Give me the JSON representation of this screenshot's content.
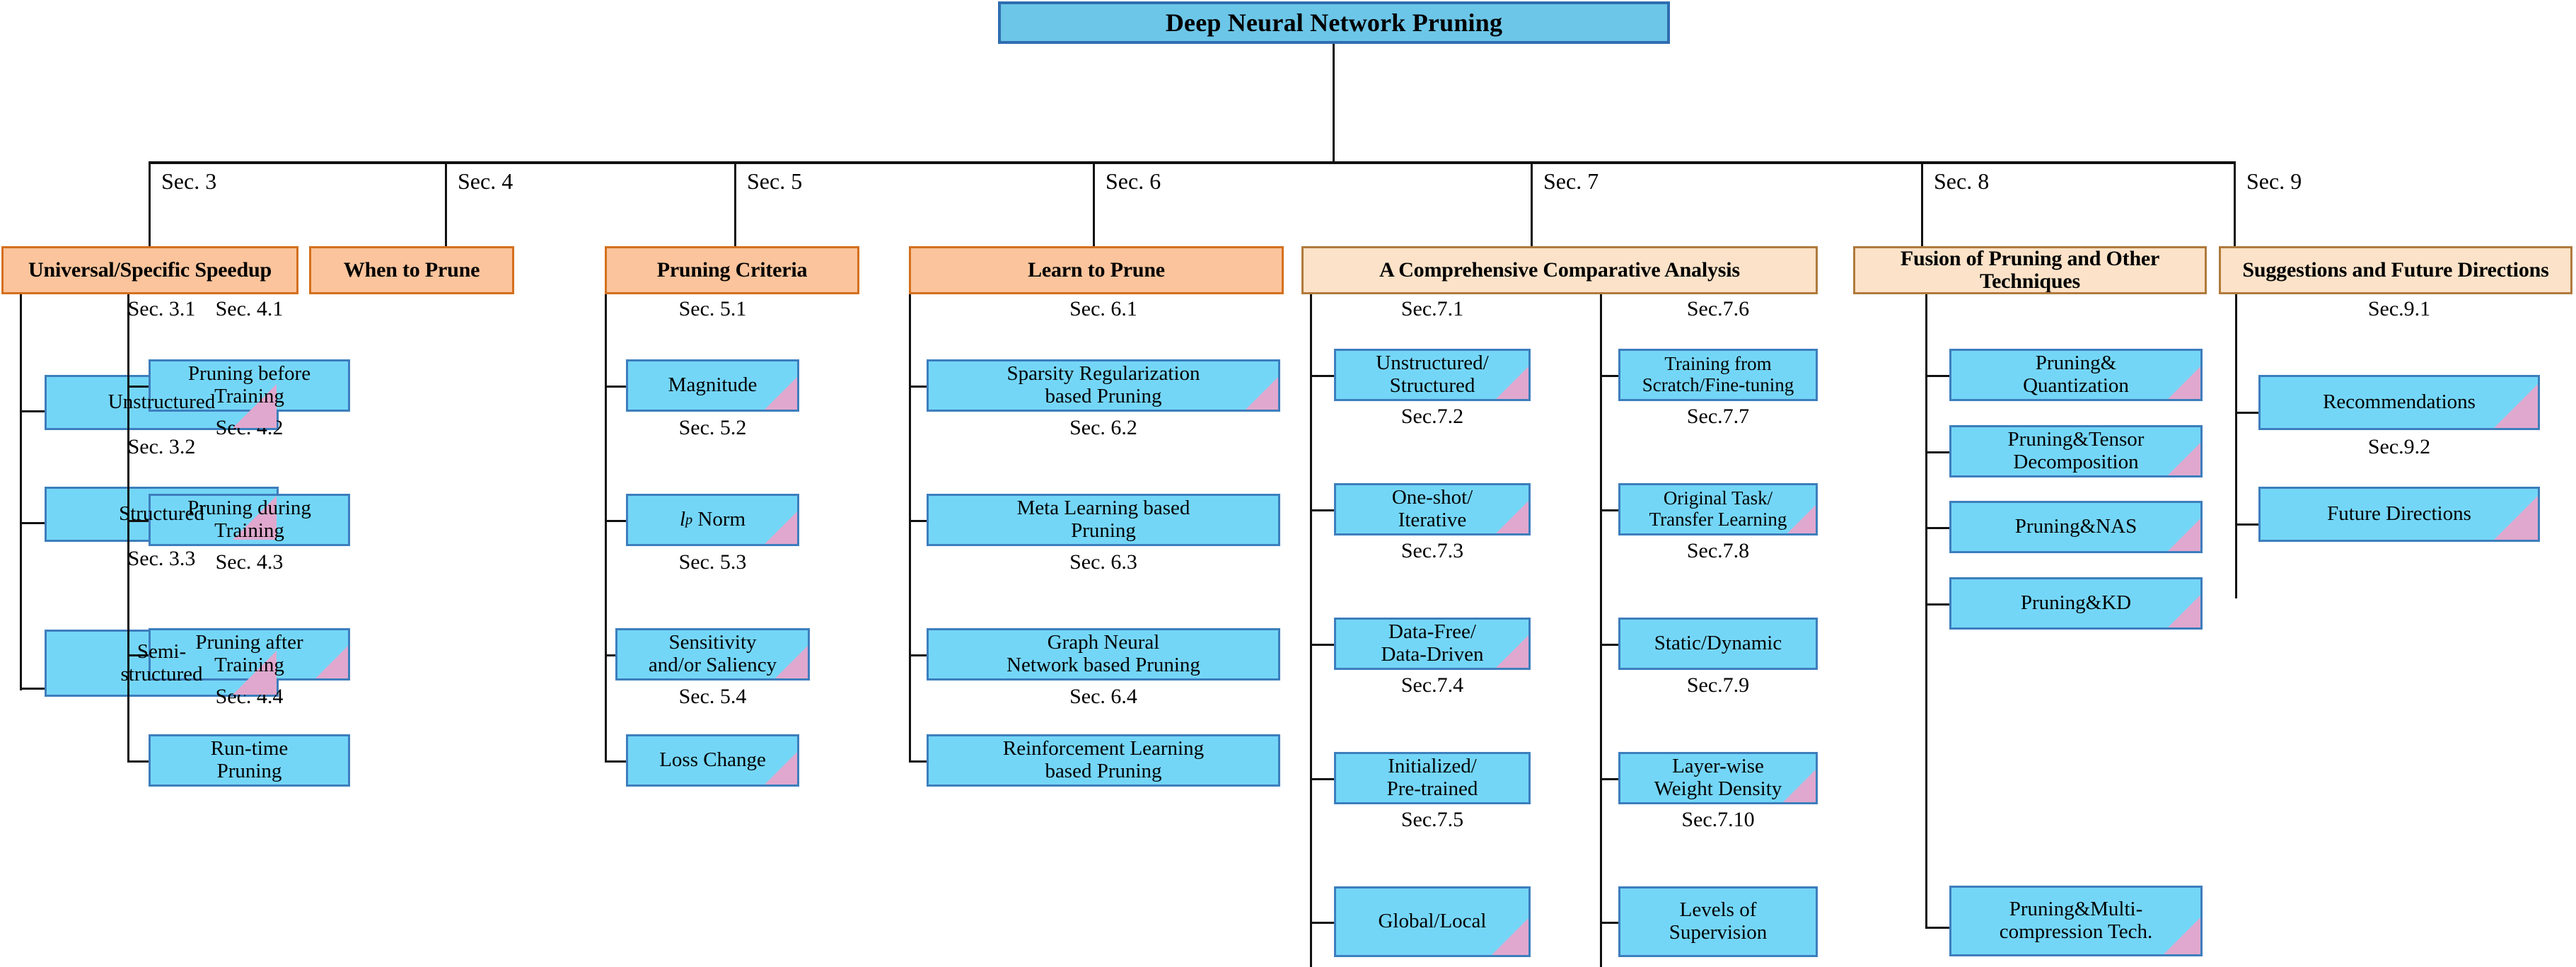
{
  "diagram": {
    "title": "Deep Neural Network Pruning",
    "colors": {
      "root_fill": "#6CC6E8",
      "root_border": "#2F6DB0",
      "header_dark_fill": "#FBC49C",
      "header_dark_border": "#D4701E",
      "header_light_fill": "#FCE2C8",
      "header_light_border": "#B07A3C",
      "leaf_fill": "#74D6F7",
      "leaf_border": "#3D7EBD",
      "corner_fold": "#E0A8CE",
      "connector": "#111111"
    }
  },
  "trunk_labels": [
    {
      "id": "sec3",
      "text": "Sec. 3"
    },
    {
      "id": "sec4",
      "text": "Sec. 4"
    },
    {
      "id": "sec5",
      "text": "Sec. 5"
    },
    {
      "id": "sec6",
      "text": "Sec. 6"
    },
    {
      "id": "sec7",
      "text": "Sec. 7"
    },
    {
      "id": "sec8",
      "text": "Sec. 8"
    },
    {
      "id": "sec9",
      "text": "Sec. 9"
    }
  ],
  "columns": [
    {
      "id": "col-sec3",
      "header": "Universal/Specific Speedup",
      "header_style": "dark",
      "children": [
        {
          "caption": "Sec. 3.1",
          "label": "Unstructured",
          "fold": true
        },
        {
          "caption": "Sec. 3.2",
          "label": "Structured",
          "fold": true
        },
        {
          "caption": "Sec. 3.3",
          "label": "Semi-structured",
          "fold": true
        }
      ]
    },
    {
      "id": "col-sec4",
      "header": "When to Prune",
      "header_style": "dark",
      "children": [
        {
          "caption": "Sec. 4.1",
          "label": "Pruning before Training",
          "fold": false
        },
        {
          "caption": "Sec. 4.2",
          "label": "Pruning during Training",
          "fold": false
        },
        {
          "caption": "Sec. 4.3",
          "label": "Pruning after Training",
          "fold": true
        },
        {
          "caption": "Sec. 4.4",
          "label": "Run-time Pruning",
          "fold": false
        }
      ]
    },
    {
      "id": "col-sec5",
      "header": "Pruning Criteria",
      "header_style": "dark",
      "children": [
        {
          "caption": "Sec. 5.1",
          "label": "Magnitude",
          "fold": true
        },
        {
          "caption": "Sec. 5.2",
          "label": "lp Norm",
          "fold": true,
          "math": "lp-norm"
        },
        {
          "caption": "Sec. 5.3",
          "label": "Sensitivity and/or Saliency",
          "fold": true
        },
        {
          "caption": "Sec. 5.4",
          "label": "Loss Change",
          "fold": true
        }
      ]
    },
    {
      "id": "col-sec6",
      "header": "Learn to Prune",
      "header_style": "dark",
      "children": [
        {
          "caption": "Sec. 6.1",
          "label": "Sparsity Regularization based Pruning",
          "fold": true
        },
        {
          "caption": "Sec. 6.2",
          "label": "Meta Learning based Pruning",
          "fold": false
        },
        {
          "caption": "Sec. 6.3",
          "label": "Graph Neural Network based Pruning",
          "fold": false
        },
        {
          "caption": "Sec. 6.4",
          "label": "Reinforcement Learning based Pruning",
          "fold": false
        }
      ]
    },
    {
      "id": "col-sec7",
      "header": "A Comprehensive Comparative Analysis",
      "header_style": "light",
      "children_left": [
        {
          "caption": "Sec.7.1",
          "label": "Unstructured/ Structured",
          "fold": true
        },
        {
          "caption": "Sec.7.2",
          "label": "One-shot/ Iterative",
          "fold": true
        },
        {
          "caption": "Sec.7.3",
          "label": "Data-Free/ Data-Driven",
          "fold": true
        },
        {
          "caption": "Sec.7.4",
          "label": "Initialized/ Pre-trained",
          "fold": false
        },
        {
          "caption": "Sec.7.5",
          "label": "Global/Local",
          "fold": true
        }
      ],
      "children_right": [
        {
          "caption": "Sec.7.6",
          "label": "Training from Scratch/Fine-tuning",
          "fold": false
        },
        {
          "caption": "Sec.7.7",
          "label": "Original Task/ Transfer Learning",
          "fold": true
        },
        {
          "caption": "Sec.7.8",
          "label": "Static/Dynamic",
          "fold": false
        },
        {
          "caption": "Sec.7.9",
          "label": "Layer-wise Weight Density",
          "fold": true
        },
        {
          "caption": "Sec.7.10",
          "label": "Levels of Supervision",
          "fold": false
        }
      ]
    },
    {
      "id": "col-sec8",
      "header": "Fusion of Pruning and Other Techniques",
      "header_style": "light",
      "children": [
        {
          "caption": "",
          "label": "Pruning& Quantization",
          "fold": true
        },
        {
          "caption": "",
          "label": "Pruning&Tensor Decomposition",
          "fold": true
        },
        {
          "caption": "",
          "label": "Pruning&NAS",
          "fold": true
        },
        {
          "caption": "",
          "label": "Pruning&KD",
          "fold": true
        },
        {
          "caption": "",
          "label": "Pruning&Multi-compression Tech.",
          "fold": true
        }
      ]
    },
    {
      "id": "col-sec9",
      "header": "Suggestions and Future Directions",
      "header_style": "light",
      "children": [
        {
          "caption": "Sec.9.1",
          "label": "Recommendations",
          "fold": true
        },
        {
          "caption": "Sec.9.2",
          "label": "Future Directions",
          "fold": true
        }
      ]
    }
  ]
}
